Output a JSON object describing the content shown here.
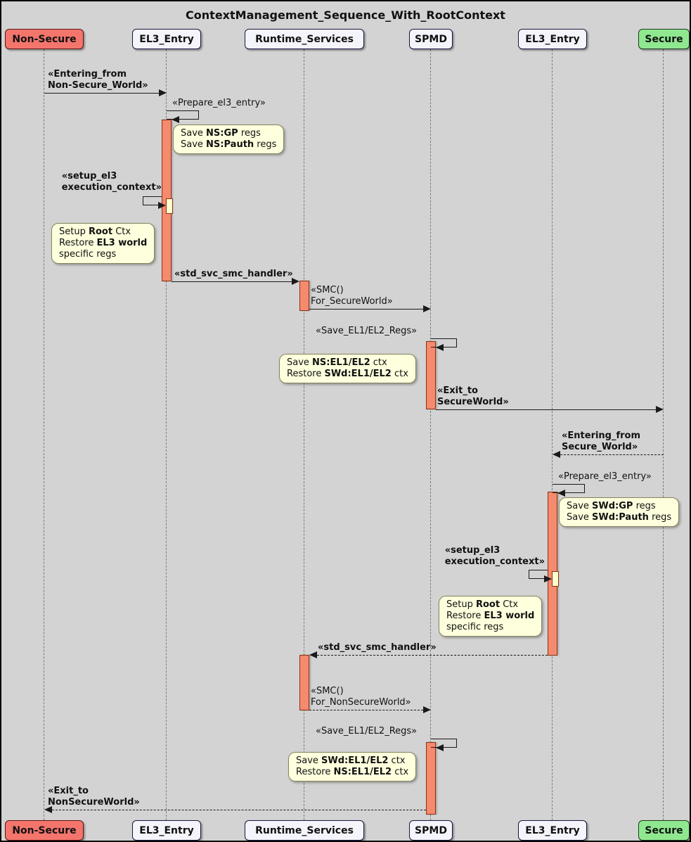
{
  "title": "ContextManagement_Sequence_With_RootContext",
  "diagram_type": "sequence",
  "colors": {
    "background": "#d3d3d3",
    "participant-fill": "#f4f4fb",
    "participant-border": "#16163f",
    "nonsecure-fill": "#f3756c",
    "secure-fill": "#8fe88f",
    "activation-fill": "#f58a6e",
    "activation-border": "#8a3212",
    "nested-activation-fill": "#fefece",
    "note-fill": "#feffdd",
    "note-border": "#85855f",
    "arrow-color": "#1a1a1a",
    "lifeline-color": "#7a7a7a"
  },
  "participants": [
    {
      "name": "Non-Secure"
    },
    {
      "name": "EL3_Entry"
    },
    {
      "name": "Runtime_Services"
    },
    {
      "name": "SPMD"
    },
    {
      "name": "EL3_Entry"
    },
    {
      "name": "Secure"
    }
  ],
  "messages": {
    "m1": {
      "line1": "«Entering_from",
      "line2": "Non-Secure_World»",
      "from": "Non-Secure",
      "to": "EL3_Entry",
      "style": "solid",
      "emphasis": "bold"
    },
    "m2": {
      "line1": "«Prepare_el3_entry»",
      "from": "EL3_Entry",
      "to": "EL3_Entry",
      "style": "solid",
      "emphasis": "normal"
    },
    "m3": {
      "line1": "«setup_el3",
      "line2": "execution_context»",
      "from": "EL3_Entry",
      "to": "EL3_Entry",
      "style": "solid",
      "emphasis": "bold"
    },
    "m4": {
      "line1": "«std_svc_smc_handler»",
      "from": "EL3_Entry",
      "to": "Runtime_Services",
      "style": "solid",
      "emphasis": "bold"
    },
    "m5": {
      "line1": "«SMC()",
      "line2": "For_SecureWorld»",
      "from": "Runtime_Services",
      "to": "SPMD",
      "style": "solid",
      "emphasis": "normal"
    },
    "m6": {
      "line1": "«Save_EL1/EL2_Regs»",
      "from": "SPMD",
      "to": "SPMD",
      "style": "solid",
      "emphasis": "normal"
    },
    "m7": {
      "line1": "«Exit_to",
      "line2": "SecureWorld»",
      "from": "SPMD",
      "to": "Secure",
      "style": "solid",
      "emphasis": "bold"
    },
    "m8": {
      "line1": "«Entering_from",
      "line2": "Secure_World»",
      "from": "Secure",
      "to": "EL3_Entry",
      "style": "dashed",
      "emphasis": "bold"
    },
    "m9": {
      "line1": "«Prepare_el3_entry»",
      "from": "EL3_Entry",
      "to": "EL3_Entry",
      "style": "solid",
      "emphasis": "normal"
    },
    "m10": {
      "line1": "«setup_el3",
      "line2": "execution_context»",
      "from": "EL3_Entry",
      "to": "EL3_Entry",
      "style": "solid",
      "emphasis": "bold"
    },
    "m11": {
      "line1": "«std_svc_smc_handler»",
      "from": "EL3_Entry",
      "to": "Runtime_Services",
      "style": "dashed",
      "emphasis": "bold"
    },
    "m12": {
      "line1": "«SMC()",
      "line2": "For_NonSecureWorld»",
      "from": "Runtime_Services",
      "to": "SPMD",
      "style": "dashed",
      "emphasis": "normal"
    },
    "m13": {
      "line1": "«Save_EL1/EL2_Regs»",
      "from": "SPMD",
      "to": "SPMD",
      "style": "solid",
      "emphasis": "normal"
    },
    "m14": {
      "line1": "«Exit_to",
      "line2": "NonSecureWorld»",
      "from": "SPMD",
      "to": "Non-Secure",
      "style": "dashed",
      "emphasis": "bold"
    }
  },
  "notes": {
    "n1": {
      "side": "right-of-EL3_Entry",
      "lines": [
        [
          {
            "t": "Save "
          },
          {
            "t": "NS:GP",
            "b": true
          },
          {
            "t": " regs"
          }
        ],
        [
          {
            "t": "Save "
          },
          {
            "t": "NS:Pauth",
            "b": true
          },
          {
            "t": " regs"
          }
        ]
      ]
    },
    "n2": {
      "side": "left-of-EL3_Entry",
      "lines": [
        [
          {
            "t": "Setup "
          },
          {
            "t": "Root",
            "b": true
          },
          {
            "t": " Ctx"
          }
        ],
        [
          {
            "t": "Restore "
          },
          {
            "t": "EL3 world",
            "b": true
          }
        ],
        [
          {
            "t": "specific regs"
          }
        ]
      ]
    },
    "n3": {
      "side": "left-of-SPMD",
      "lines": [
        [
          {
            "t": "Save "
          },
          {
            "t": "NS:EL1/EL2",
            "b": true
          },
          {
            "t": " ctx"
          }
        ],
        [
          {
            "t": "Restore "
          },
          {
            "t": "SWd:EL1/EL2",
            "b": true
          },
          {
            "t": " ctx"
          }
        ]
      ]
    },
    "n4": {
      "side": "right-of-EL3_Entry",
      "lines": [
        [
          {
            "t": "Save "
          },
          {
            "t": "SWd:GP",
            "b": true
          },
          {
            "t": " regs"
          }
        ],
        [
          {
            "t": "Save "
          },
          {
            "t": "SWd:Pauth",
            "b": true
          },
          {
            "t": " regs"
          }
        ]
      ]
    },
    "n5": {
      "side": "left-of-EL3_Entry",
      "lines": [
        [
          {
            "t": "Setup "
          },
          {
            "t": "Root",
            "b": true
          },
          {
            "t": " Ctx"
          }
        ],
        [
          {
            "t": "Restore "
          },
          {
            "t": "EL3 world",
            "b": true
          }
        ],
        [
          {
            "t": "specific regs"
          }
        ]
      ]
    },
    "n6": {
      "side": "left-of-SPMD",
      "lines": [
        [
          {
            "t": "Save "
          },
          {
            "t": "SWd:EL1/EL2",
            "b": true
          },
          {
            "t": " ctx"
          }
        ],
        [
          {
            "t": "Restore "
          },
          {
            "t": "NS:EL1/EL2",
            "b": true
          },
          {
            "t": " ctx"
          }
        ]
      ]
    }
  }
}
